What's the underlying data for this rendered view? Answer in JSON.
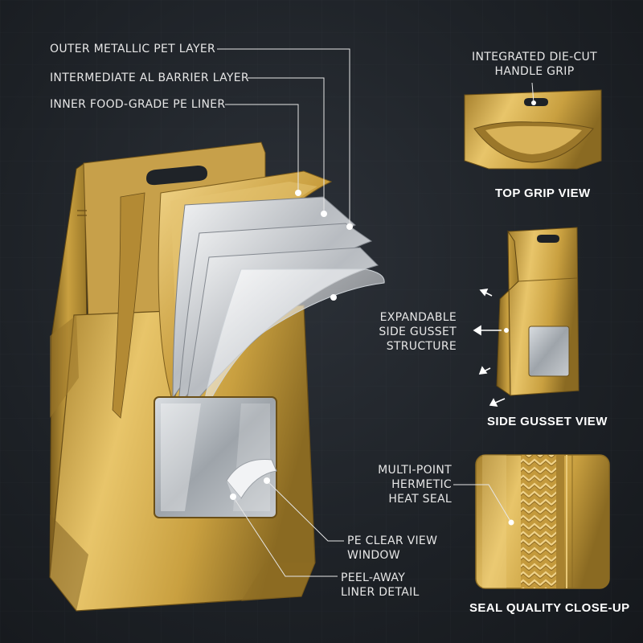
{
  "callouts": {
    "outer_layer": "OUTER METALLIC PET LAYER",
    "intermediate_layer": "INTERMEDIATE AL BARRIER LAYER",
    "inner_liner": "INNER FOOD-GRADE PE LINER",
    "handle_grip": [
      "INTEGRATED DIE-CUT",
      "HANDLE GRIP"
    ],
    "side_gusset": [
      "EXPANDABLE",
      "SIDE GUSSET",
      "STRUCTURE"
    ],
    "heat_seal": [
      "MULTI-POINT",
      "HERMETIC",
      "HEAT SEAL"
    ],
    "clear_window": [
      "PE CLEAR VIEW",
      "WINDOW"
    ],
    "peel_liner": [
      "PEEL-AWAY",
      "LINER DETAIL"
    ]
  },
  "views": {
    "top_grip": "TOP GRIP VIEW",
    "side_gusset": "SIDE GUSSET VIEW",
    "seal_quality": "SEAL QUALITY CLOSE-UP"
  },
  "colors": {
    "background": "#1d2126",
    "gold_light": "#e8c56a",
    "gold_mid": "#c9a040",
    "gold_dark": "#8a6a22",
    "silver": "#d8dadd",
    "leader_line": "#e6e6e6"
  }
}
